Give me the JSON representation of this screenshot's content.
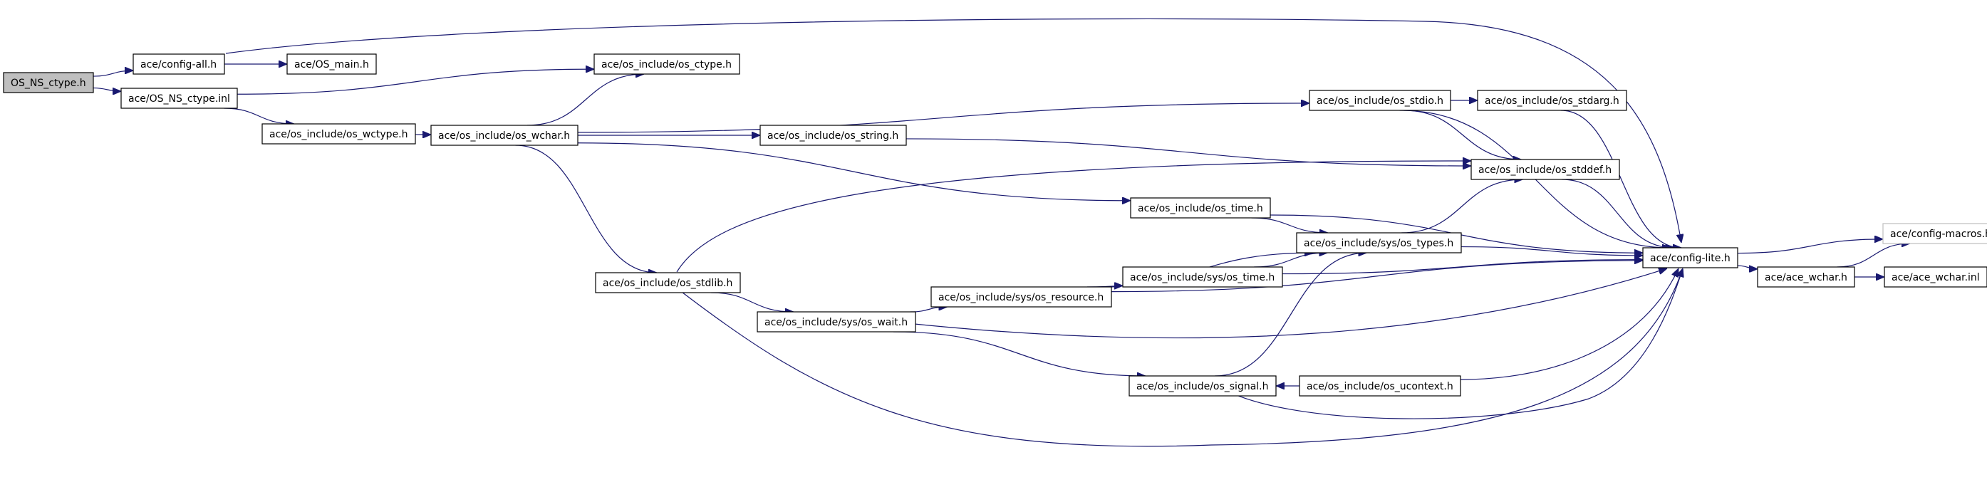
{
  "graph": {
    "nodes": [
      {
        "id": "n0",
        "label": "OS_NS_ctype.h",
        "style": "root"
      },
      {
        "id": "n1",
        "label": "ace/config-all.h"
      },
      {
        "id": "n2",
        "label": "ace/OS_main.h"
      },
      {
        "id": "n3",
        "label": "ace/os_include/os_ctype.h"
      },
      {
        "id": "n4",
        "label": "ace/OS_NS_ctype.inl"
      },
      {
        "id": "n5",
        "label": "ace/os_include/os_wctype.h"
      },
      {
        "id": "n6",
        "label": "ace/os_include/os_wchar.h"
      },
      {
        "id": "n7",
        "label": "ace/os_include/os_stdio.h"
      },
      {
        "id": "n8",
        "label": "ace/os_include/os_stdarg.h"
      },
      {
        "id": "n9",
        "label": "ace/os_include/os_string.h"
      },
      {
        "id": "n10",
        "label": "ace/os_include/os_stddef.h"
      },
      {
        "id": "n11",
        "label": "ace/os_include/os_time.h"
      },
      {
        "id": "n12",
        "label": "ace/os_include/sys/os_types.h"
      },
      {
        "id": "n13",
        "label": "ace/config-lite.h"
      },
      {
        "id": "n14",
        "label": "ace/config-macros.h",
        "style": "ext"
      },
      {
        "id": "n15",
        "label": "ace/ace_wchar.h"
      },
      {
        "id": "n16",
        "label": "ace/ace_wchar.inl"
      },
      {
        "id": "n17",
        "label": "ace/os_include/sys/os_time.h"
      },
      {
        "id": "n18",
        "label": "ace/os_include/os_stdlib.h"
      },
      {
        "id": "n19",
        "label": "ace/os_include/sys/os_resource.h"
      },
      {
        "id": "n20",
        "label": "ace/os_include/sys/os_wait.h"
      },
      {
        "id": "n21",
        "label": "ace/os_include/os_signal.h"
      },
      {
        "id": "n22",
        "label": "ace/os_include/os_ucontext.h"
      }
    ],
    "edges": [
      [
        "n0",
        "n1"
      ],
      [
        "n0",
        "n4"
      ],
      [
        "n1",
        "n2"
      ],
      [
        "n1",
        "n13"
      ],
      [
        "n4",
        "n3"
      ],
      [
        "n4",
        "n5"
      ],
      [
        "n5",
        "n6"
      ],
      [
        "n6",
        "n3"
      ],
      [
        "n6",
        "n7"
      ],
      [
        "n6",
        "n9"
      ],
      [
        "n6",
        "n11"
      ],
      [
        "n6",
        "n18"
      ],
      [
        "n7",
        "n8"
      ],
      [
        "n7",
        "n10"
      ],
      [
        "n7",
        "n13"
      ],
      [
        "n8",
        "n13"
      ],
      [
        "n9",
        "n10"
      ],
      [
        "n10",
        "n13"
      ],
      [
        "n11",
        "n12"
      ],
      [
        "n11",
        "n13"
      ],
      [
        "n12",
        "n10"
      ],
      [
        "n12",
        "n13"
      ],
      [
        "n13",
        "n14"
      ],
      [
        "n13",
        "n15"
      ],
      [
        "n15",
        "n14"
      ],
      [
        "n15",
        "n16"
      ],
      [
        "n17",
        "n12"
      ],
      [
        "n17",
        "n13"
      ],
      [
        "n18",
        "n10"
      ],
      [
        "n18",
        "n20"
      ],
      [
        "n18",
        "n13"
      ],
      [
        "n19",
        "n12"
      ],
      [
        "n19",
        "n17"
      ],
      [
        "n19",
        "n13"
      ],
      [
        "n20",
        "n19"
      ],
      [
        "n20",
        "n21"
      ],
      [
        "n20",
        "n13"
      ],
      [
        "n21",
        "n12"
      ],
      [
        "n21",
        "n13"
      ],
      [
        "n22",
        "n21"
      ],
      [
        "n22",
        "n13"
      ]
    ]
  }
}
